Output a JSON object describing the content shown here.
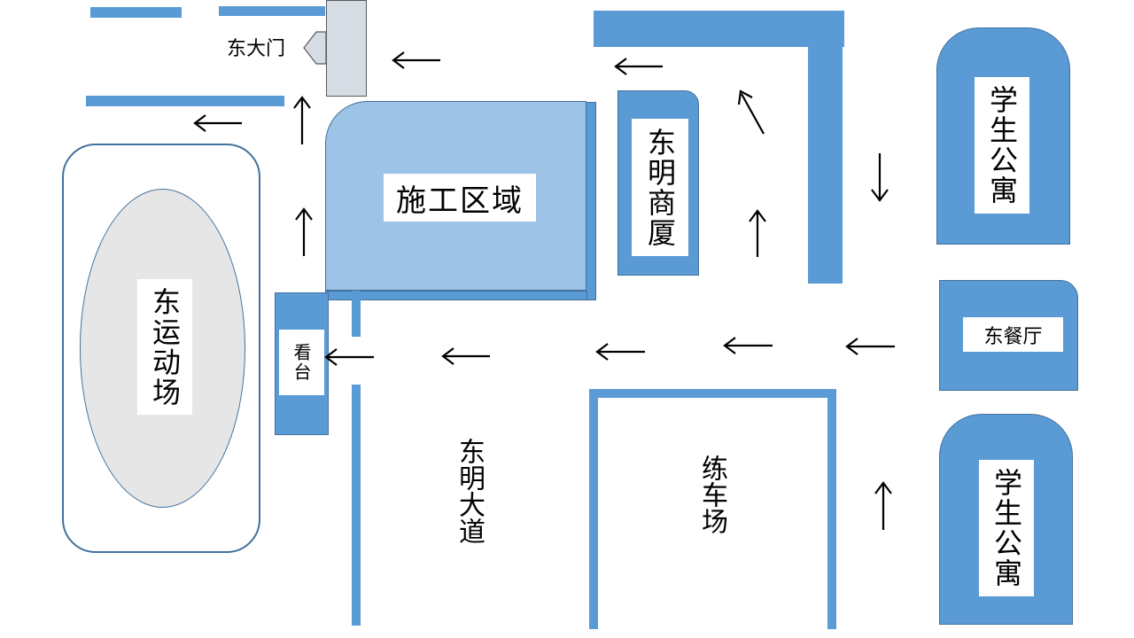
{
  "labels": {
    "east_gate": "东大门",
    "construction_zone": "施工区域",
    "dongming_building": "东明商厦",
    "dorm_north": "学生公寓",
    "dorm_south": "学生公寓",
    "east_canteen": "东餐厅",
    "east_stadium": "东运动场",
    "stands": "看台",
    "dongming_avenue": "东明大道",
    "driving_range": "练车场"
  },
  "colors": {
    "building_blue": "#5b9bd5",
    "zone_light_blue": "#9dc3e6",
    "stadium_oval_gray": "#e7e6e6",
    "gate_gray": "#d6dce4",
    "arrow_black": "#000000"
  },
  "arrows": [
    {
      "id": "arrow-to-gate",
      "direction": "left"
    },
    {
      "id": "arrow-top-center",
      "direction": "left"
    },
    {
      "id": "arrow-diag-up-left",
      "direction": "up-left"
    },
    {
      "id": "arrow-down-right",
      "direction": "down"
    },
    {
      "id": "arrow-up-center",
      "direction": "up"
    },
    {
      "id": "arrow-left-upper",
      "direction": "left"
    },
    {
      "id": "arrow-up-near-gate",
      "direction": "up"
    },
    {
      "id": "arrow-up-mid",
      "direction": "up"
    },
    {
      "id": "arrow-left-canteen",
      "direction": "left"
    },
    {
      "id": "arrow-left-2",
      "direction": "left"
    },
    {
      "id": "arrow-left-3",
      "direction": "left"
    },
    {
      "id": "arrow-left-4",
      "direction": "left"
    },
    {
      "id": "arrow-to-stands",
      "direction": "left"
    },
    {
      "id": "arrow-up-bottom-right",
      "direction": "up"
    }
  ]
}
